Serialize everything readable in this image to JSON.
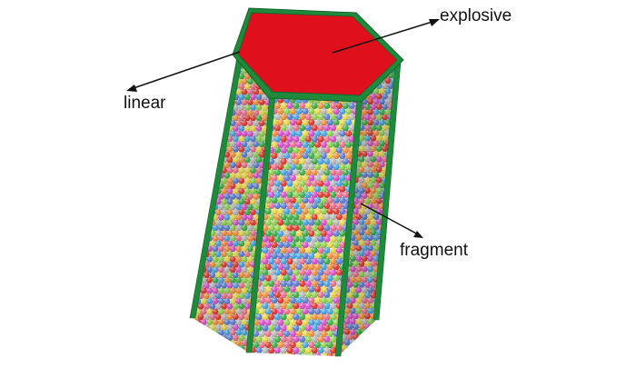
{
  "labels": {
    "explosive": "explosive",
    "linear": "linear",
    "fragment": "fragment"
  },
  "colors": {
    "explosive_face": "#e00f1c",
    "liner_strip": "#1f8a3c",
    "liner_edge": "#17652c",
    "arrow": "#111111",
    "fragment_palette": [
      "#e8d64a",
      "#e03a2e",
      "#3fae49",
      "#4aa3df",
      "#d94fc9",
      "#b8b8b8",
      "#f0913a",
      "#8fd14f",
      "#5d7fd1",
      "#e86f8c"
    ]
  },
  "components": [
    "explosive-charge",
    "linear-liner",
    "fragment-layer"
  ]
}
